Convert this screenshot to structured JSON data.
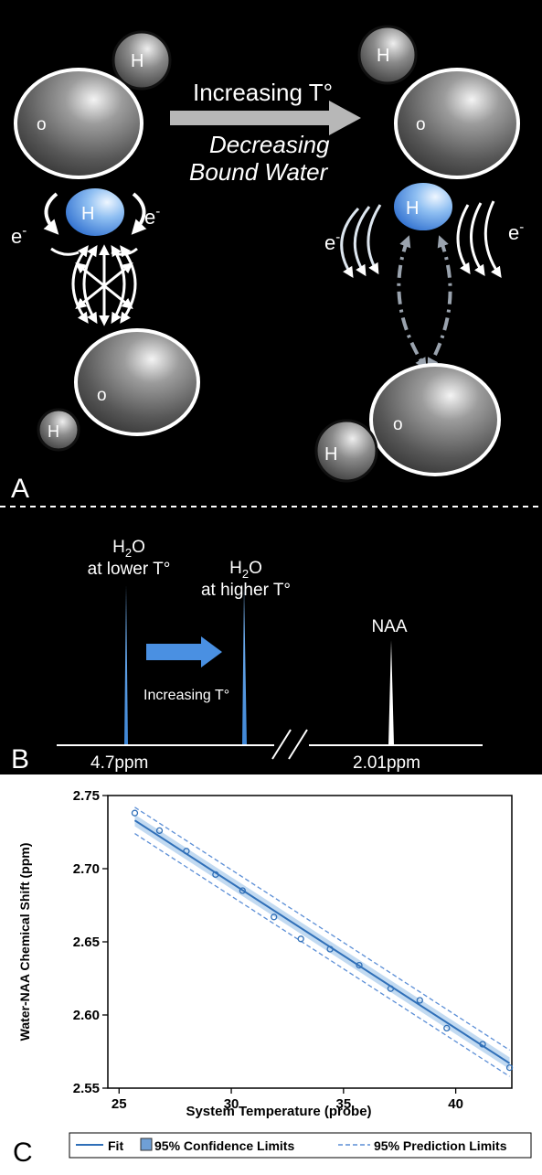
{
  "panel_a": {
    "label": "A",
    "atom_o": "o",
    "atom_h": "H",
    "electron": "e",
    "electron_sup": "-",
    "arrow_top_text": "Increasing T°",
    "arrow_sub_line1": "Decreasing",
    "arrow_sub_line2": "Bound Water",
    "h_blue_color": "#4f8fe0"
  },
  "panel_b": {
    "label": "B",
    "peak1_line1_pre": "H",
    "peak1_line1_sub": "2",
    "peak1_line1_post": "O",
    "peak1_line2": "at lower T°",
    "peak2_line1_pre": "H",
    "peak2_line1_sub": "2",
    "peak2_line1_post": "O",
    "peak2_line2": "at higher T°",
    "peak3_label": "NAA",
    "arrow_label": "Increasing T°",
    "axis_left": "4.7ppm",
    "axis_right": "2.01ppm",
    "axis_break": "//",
    "peak_color": "#5aa0e6"
  },
  "panel_c": {
    "label": "C",
    "legend": {
      "fit": "Fit",
      "confidence": "95% Confidence Limits",
      "prediction": "95% Prediction Limits"
    }
  },
  "chart_data": {
    "type": "scatter",
    "xlabel": "System Temperature (probe)",
    "ylabel": "Water-NAA Chemical Shift (ppm)",
    "xlim": [
      24.5,
      42.5
    ],
    "ylim": [
      2.55,
      2.75
    ],
    "xticks": [
      25,
      30,
      35,
      40
    ],
    "yticks": [
      2.55,
      2.6,
      2.65,
      2.7,
      2.75
    ],
    "grid": false,
    "legend_position": "bottom",
    "series": [
      {
        "name": "Fit",
        "type": "points",
        "x": [
          25.7,
          26.8,
          28.0,
          29.3,
          30.5,
          31.9,
          33.1,
          34.4,
          35.7,
          37.1,
          38.4,
          39.6,
          41.2,
          42.4
        ],
        "y": [
          2.738,
          2.726,
          2.712,
          2.696,
          2.685,
          2.667,
          2.652,
          2.645,
          2.634,
          2.618,
          2.61,
          2.591,
          2.58,
          2.564
        ]
      }
    ],
    "fit_line": {
      "x": [
        25.7,
        42.4
      ],
      "y": [
        2.733,
        2.567
      ]
    },
    "confidence_halfwidth": 0.004,
    "prediction_halfwidth": 0.009,
    "colors": {
      "fit": "#2f6fb8",
      "band": "#b7d3ef",
      "points": "#2f6fb8"
    }
  }
}
